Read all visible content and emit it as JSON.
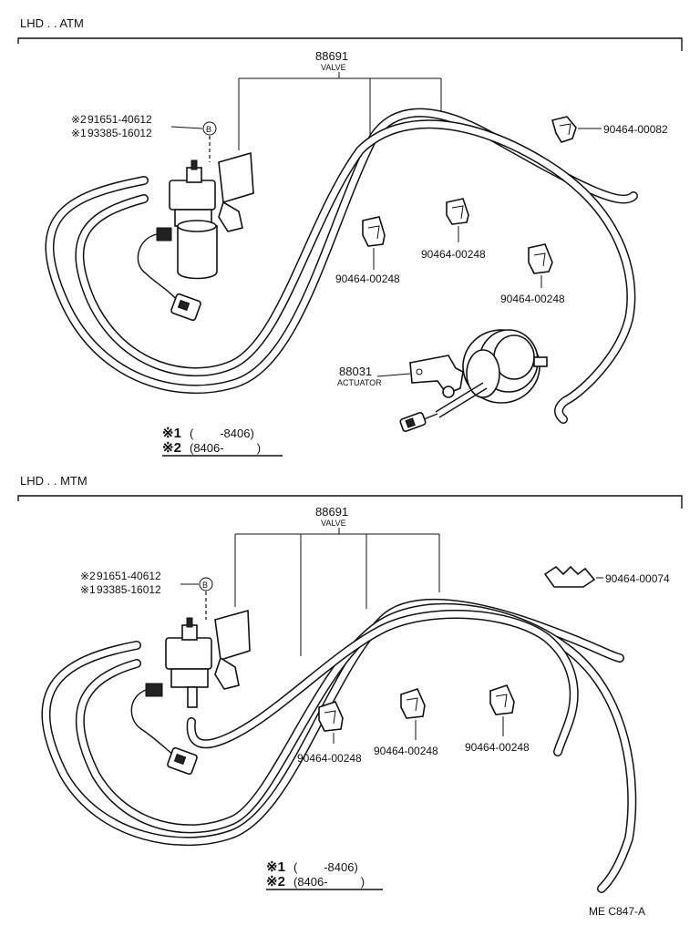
{
  "sections": [
    {
      "title": "LHD . . ATM",
      "valve": {
        "part_no": "88691",
        "label": "VALVE"
      },
      "variants": [
        {
          "mark": "※2",
          "part_no": "91651-40612"
        },
        {
          "mark": "※1",
          "part_no": "93385-16012"
        }
      ],
      "callout_letter": "B",
      "clip_top": "90464-00082",
      "clips": [
        "90464-00248",
        "90464-00248",
        "90464-00248"
      ],
      "actuator": {
        "part_no": "88031",
        "label": "ACTUATOR"
      },
      "legend": [
        {
          "mark": "※1",
          "text": "(        -8406)"
        },
        {
          "mark": "※2",
          "text": "(8406-          )"
        }
      ]
    },
    {
      "title": "LHD . . MTM",
      "valve": {
        "part_no": "88691",
        "label": "VALVE"
      },
      "variants": [
        {
          "mark": "※2",
          "part_no": "91651-40612"
        },
        {
          "mark": "※1",
          "part_no": "93385-16012"
        }
      ],
      "callout_letter": "B",
      "clip_top": "90464-00074",
      "clips": [
        "90464-00248",
        "90464-00248",
        "90464-00248"
      ],
      "legend": [
        {
          "mark": "※1",
          "text": "(        -8406)"
        },
        {
          "mark": "※2",
          "text": "(8406-          )"
        }
      ]
    }
  ],
  "footer_code": "ME C847-A",
  "icons": [
    "vsv-valve-icon",
    "clip-icon",
    "actuator-icon",
    "connector-icon",
    "hose-icon"
  ]
}
